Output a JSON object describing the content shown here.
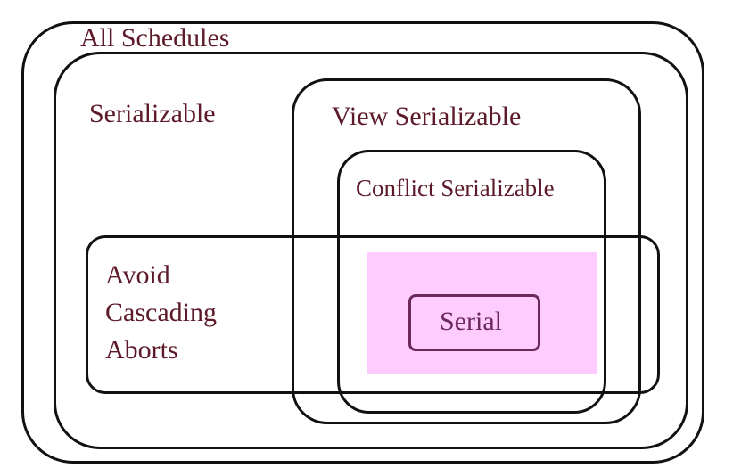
{
  "diagram": {
    "all_schedules": {
      "label": "All Schedules"
    },
    "serializable": {
      "label": "Serializable"
    },
    "view_serializable": {
      "label": "View Serializable"
    },
    "conflict_serializable": {
      "label": "Conflict Serializable"
    },
    "avoid_cascading_aborts": {
      "label_lines": [
        "Avoid",
        "Cascading",
        "Aborts"
      ]
    },
    "serial": {
      "label": "Serial"
    },
    "colors": {
      "outline": "#111111",
      "text": "#5c1a2a",
      "highlight_fill": "#ffccff",
      "serial_border": "#6b2a5a"
    }
  }
}
